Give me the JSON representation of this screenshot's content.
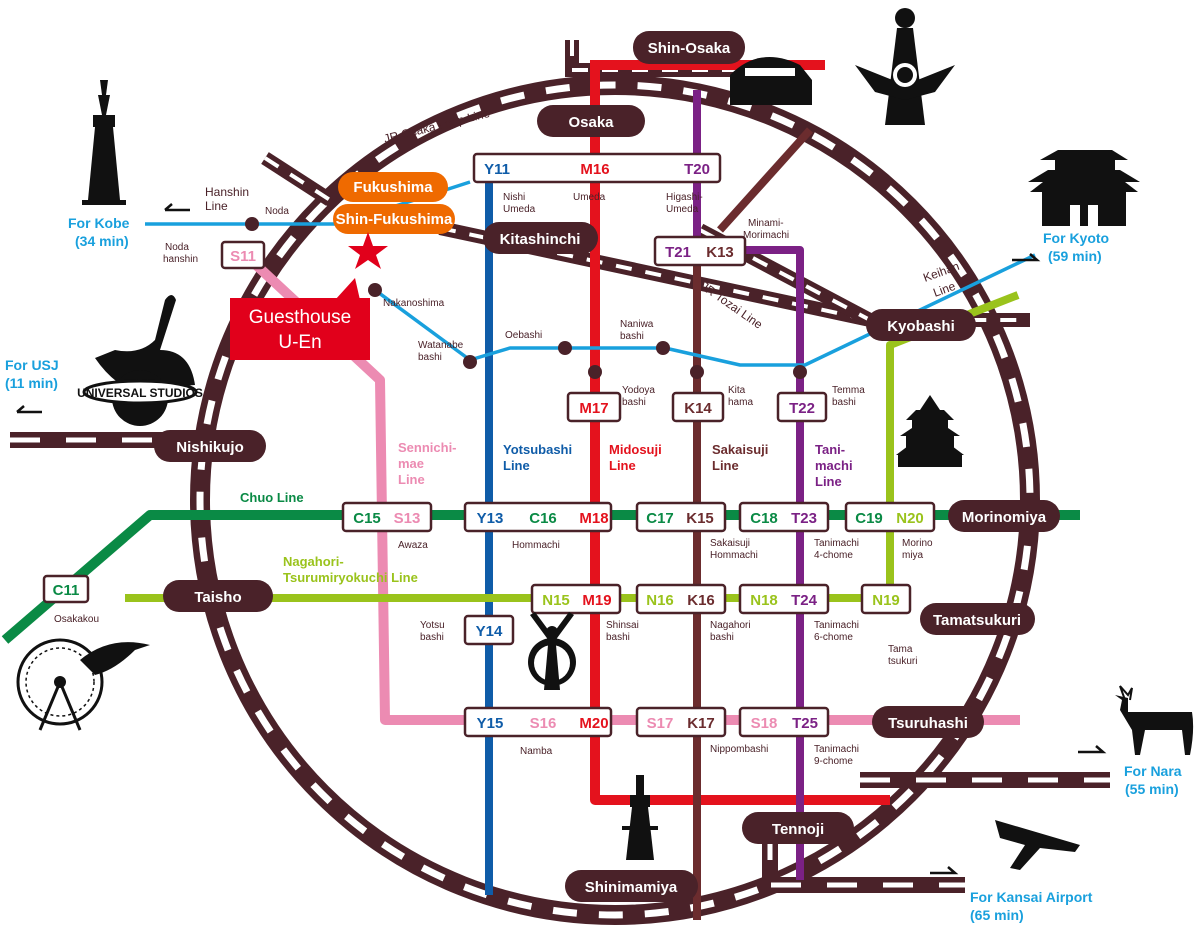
{
  "colors": {
    "loop": "#4a2229",
    "midosuji": "#e4121d",
    "yotsubashi": "#0f5ca8",
    "sakaisuji": "#6b2c2e",
    "tanimachi": "#7b2185",
    "chuo": "#0a8a45",
    "nagahori": "#9ac31c",
    "sennichimae": "#ec8bb2",
    "hanshin": "#19a0dd",
    "fukushima": "#ef6a00",
    "guesthouse": "#e1001b"
  },
  "jr_loop_label": "JR Osaka Loop Line",
  "jr_tozai_label": "JR Tozai Line",
  "hanshin_label": [
    "Hanshin",
    "Line"
  ],
  "keihan_label": [
    "Keihan",
    "Line"
  ],
  "guesthouse": [
    "Guesthouse",
    "U-En"
  ],
  "jr_stations": {
    "shin_osaka": "Shin-Osaka",
    "osaka": "Osaka",
    "kitashinchi": "Kitashinchi",
    "kyobashi": "Kyobashi",
    "morinomiya": "Morinomiya",
    "tamatsukuri": "Tamatsukuri",
    "tsuruhashi": "Tsuruhashi",
    "tennoji": "Tennoji",
    "shinimamiya": "Shinimamiya",
    "taisho": "Taisho",
    "nishikujo": "Nishikujo",
    "fukushima": "Fukushima",
    "shin_fukushima": "Shin-Fukushima"
  },
  "line_labels": {
    "sennichimae": [
      "Sennichi-",
      "mae",
      "Line"
    ],
    "yotsubashi": [
      "Yotsubashi",
      "Line"
    ],
    "midosuji": [
      "Midosuji",
      "Line"
    ],
    "sakaisuji": [
      "Sakaisuji",
      "Line"
    ],
    "tanimachi": [
      "Tani-",
      "machi",
      "Line"
    ],
    "chuo": "Chuo Line",
    "nagahori": [
      "Nagahori-",
      "Tsurumiryokuchi Line"
    ]
  },
  "codes": {
    "umeda": [
      "Y11",
      "M16",
      "T20"
    ],
    "higashi_umeda2": [
      "T21",
      "K13"
    ],
    "s11": "S11",
    "m17": "M17",
    "k14": "K14",
    "t22": "T22",
    "awaza": [
      "C15",
      "S13"
    ],
    "hommachi": [
      "Y13",
      "C16",
      "M18"
    ],
    "sakaisuji_hommachi": [
      "C17",
      "K15"
    ],
    "tanimachi4": [
      "C18",
      "T23"
    ],
    "morinomiya": [
      "C19",
      "N20"
    ],
    "c11": "C11",
    "shinsaibashi": [
      "N15",
      "M19"
    ],
    "nagahoribashi": [
      "N16",
      "K16"
    ],
    "tanimachi6": [
      "N18",
      "T24"
    ],
    "n19": "N19",
    "y14": "Y14",
    "namba": [
      "Y15",
      "S16",
      "M20"
    ],
    "nippombashi": [
      "S17",
      "K17"
    ],
    "tanimachi9": [
      "S18",
      "T25"
    ]
  },
  "station_names": {
    "nishi_umeda": [
      "Nishi",
      "Umeda"
    ],
    "umeda": "Umeda",
    "higashi_umeda": [
      "Higashi-",
      "Umeda"
    ],
    "minami_morimachi": [
      "Minami-",
      "Morimachi"
    ],
    "noda": "Noda",
    "noda_hanshin": [
      "Noda",
      "hanshin"
    ],
    "nakanoshima": "Nakanoshima",
    "watanabe": [
      "Watanabe",
      "bashi"
    ],
    "oebashi": "Oebashi",
    "naniwa": [
      "Naniwa",
      "bashi"
    ],
    "yodoya": [
      "Yodoya",
      "bashi"
    ],
    "kitahama": [
      "Kita",
      "hama"
    ],
    "temma": [
      "Temma",
      "bashi"
    ],
    "awaza": "Awaza",
    "hommachi": "Hommachi",
    "sakaisuji_hommachi": [
      "Sakaisuji",
      "Hommachi"
    ],
    "tanimachi4": [
      "Tanimachi",
      "4-chome"
    ],
    "morinomiya": [
      "Morino",
      "miya"
    ],
    "osakakou": "Osakakou",
    "yotsubashi": [
      "Yotsu",
      "bashi"
    ],
    "shinsaibashi": [
      "Shinsai",
      "bashi"
    ],
    "nagahoribashi": [
      "Nagahori",
      "bashi"
    ],
    "tanimachi6": [
      "Tanimachi",
      "6-chome"
    ],
    "tamatsukuri_small": [
      "Tama",
      "tsukuri"
    ],
    "namba": "Namba",
    "nippombashi": "Nippombashi",
    "tanimachi9": [
      "Tanimachi",
      "9-chome"
    ]
  },
  "destinations": {
    "kobe": [
      "For Kobe",
      "(34 min)"
    ],
    "kyoto": [
      "For Kyoto",
      "(59 min)"
    ],
    "usj": [
      "For USJ",
      "(11 min)"
    ],
    "nara": [
      "For Nara",
      "(55 min)"
    ],
    "kansai": [
      "For Kansai Airport",
      "(65 min)"
    ]
  },
  "icons": [
    "osaka-tower-icon",
    "tsutenkaku-icon",
    "tower-of-sun-icon",
    "shinkansen-icon",
    "kyoto-temple-icon",
    "dinosaur-icon",
    "universal-studios-logo",
    "osaka-castle-icon",
    "ferris-wheel-icon",
    "whale-shark-icon",
    "glico-runner-icon",
    "deer-icon",
    "airplane-icon"
  ],
  "logo_text": "UNIVERSAL STUDIOS"
}
